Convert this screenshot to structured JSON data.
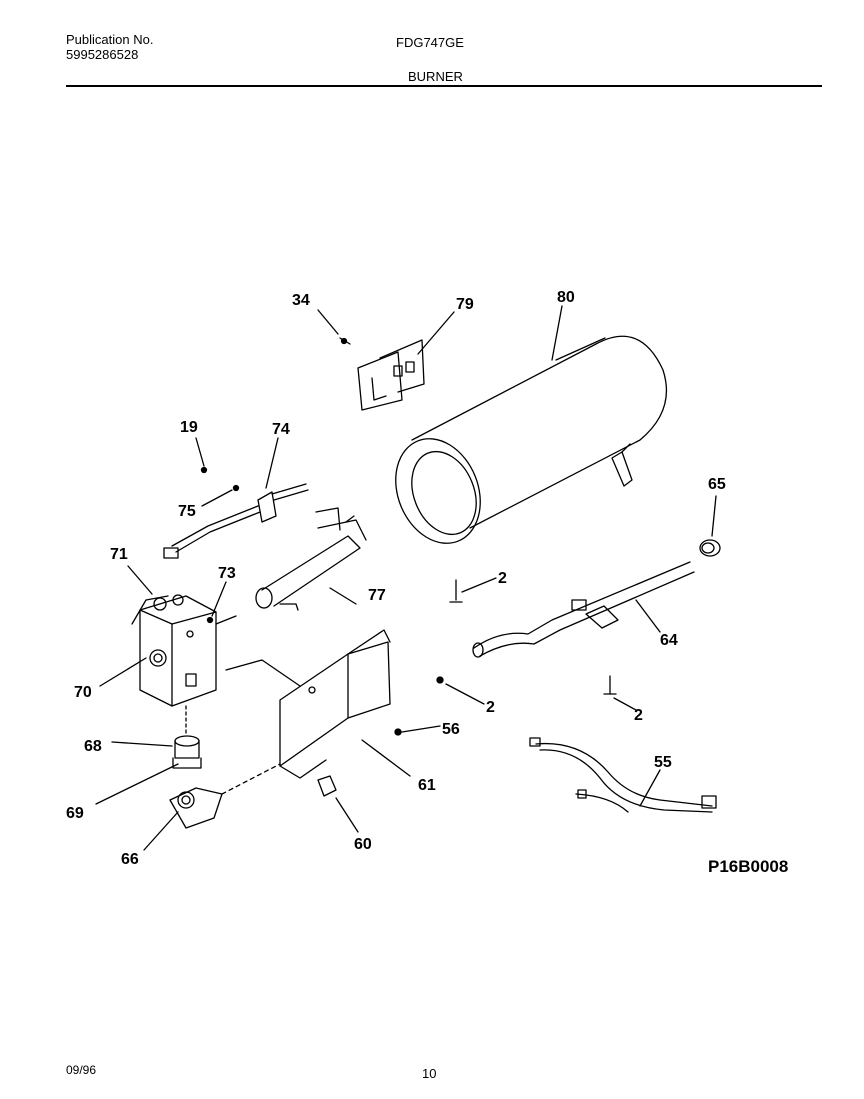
{
  "header": {
    "publication_label": "Publication No.",
    "publication_number": "5995286528",
    "model": "FDG747GE",
    "section": "BURNER"
  },
  "callouts": {
    "p2a": "2",
    "p2b": "2",
    "p2c": "2",
    "p19": "19",
    "p34": "34",
    "p55": "55",
    "p56": "56",
    "p60": "60",
    "p61": "61",
    "p64": "64",
    "p65": "65",
    "p66": "66",
    "p68": "68",
    "p69": "69",
    "p70": "70",
    "p71": "71",
    "p73": "73",
    "p74": "74",
    "p75": "75",
    "p77": "77",
    "p79": "79",
    "p80": "80"
  },
  "diagram_code": "P16B0008",
  "footer": {
    "date": "09/96",
    "page": "10"
  }
}
